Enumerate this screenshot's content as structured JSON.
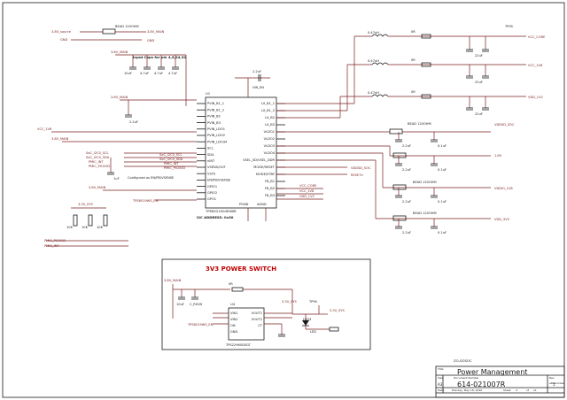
{
  "nets": {
    "v3v8_source": "3.8V_source",
    "v3v8_main": "3.8V_MAIN",
    "gnd": "GND",
    "vcc_1v8": "VCC_1V8",
    "v3v3_sys": "3.3V_SYS",
    "v1v8": "1.8V",
    "vddio": "VDDIO_1V8",
    "vdd_3v3": "VDD_3V3",
    "vcc_core": "VCC_CORE",
    "vcc_1v8_right": "VCC_1V8",
    "vdd_1v2": "VDD_1V2",
    "pmic_int": "PMIC_INT",
    "pmic_pgood": "PMIC_PGOOD",
    "soc_scl": "SoC_I2C0_SCL",
    "soc_sda": "SoC_I2C0_SDA",
    "vddsd_soc": "VDDSD_SOC",
    "reset_n": "RESETn"
  },
  "pmic": {
    "refdes": "U1",
    "part": "TPS6521904RHBR",
    "i2c_address": "I2C ADDRESS: 0x30",
    "left_pins": [
      "PVIN_B1_1",
      "PVIN_B1_2",
      "PVIN_B2",
      "PVIN_B3",
      "PVIN_LDO1",
      "PVIN_LDO2",
      "PVIN_LDO34",
      "SCL",
      "SDA",
      "nINT",
      "VSENS/OUT",
      "VSYS",
      "EN/PB/VSENSE",
      "GPIO1",
      "GPIO2",
      "GPO1"
    ],
    "right_pins": [
      "LX_B1_1",
      "LX_B1_2",
      "LX_B2",
      "LX_B3",
      "VLDO1",
      "VLDO2",
      "VLDO3",
      "VLDO4",
      "VSEL_SD/VSEL_DDR",
      "MODE/RESET",
      "MODE/STBY",
      "FB_B1",
      "FB_B2",
      "FB_B3"
    ],
    "top_pins": [
      "VIN_EN",
      "VCCA"
    ],
    "bottom_pins": [
      "PGND",
      "AGND"
    ]
  },
  "annotations": {
    "input_caps_note": "Input Caps for pin 4,5,24,32",
    "config_note": "Configured as EN/PB/VSENSE",
    "tp_tps2030": "TPS6519WS_EN"
  },
  "power_switch": {
    "title": "3V3 POWER SWITCH",
    "refdes": "U4",
    "part": "TPS22965DSGT",
    "left_pins": [
      "VIN1",
      "VIN2",
      "ON",
      "GND"
    ],
    "right_pins": [
      "VOUT1",
      "VOUT2",
      "CT"
    ],
    "net_in": "3.8V_MAIN",
    "net_out": "3.3V_SYS",
    "led": "LED3",
    "led_label": "LED",
    "tp_label": "TP90"
  },
  "components": {
    "bead_top": "BEAD 120OHM",
    "cap_4u7": "4.7uF",
    "cap_10u": "10uF",
    "cap_22u": "22uF",
    "cap_2u2": "2.2uF",
    "cap_1u": "1uF",
    "res_0r": "0R",
    "res_10k": "10K",
    "ind_047": "0.47uH",
    "c_rsvd": "C_RSVD",
    "cap_01u": "0.1uF"
  },
  "title_block": {
    "company": "ZO-SOSOC",
    "title_label": "Title",
    "title": "Power Management",
    "size_label": "Size",
    "size": "A3",
    "docnum_label": "Document Number",
    "docnum": "614-021007R",
    "rev_label": "Rev",
    "rev": "1",
    "date_label": "Date:",
    "date": "Monday, May 18, 2020",
    "sheet_label": "Sheet",
    "sheet": "4",
    "of_label": "of",
    "of": "11",
    "logo": "ePeeCodes"
  }
}
